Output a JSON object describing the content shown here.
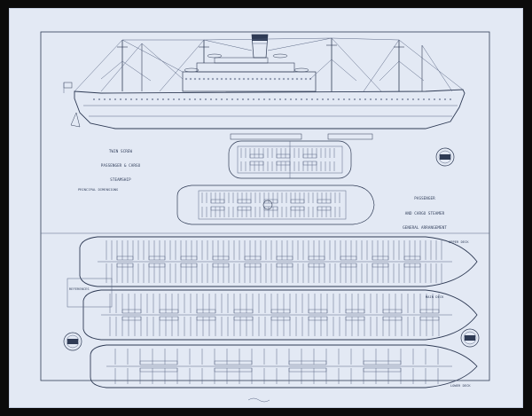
{
  "sheet": {
    "title_block_left": [
      "TWIN SCREW",
      "PASSENGER & CARGO",
      "STEAMSHIP",
      "",
      "",
      "",
      "",
      "",
      "PRINCIPAL DIMENSIONS",
      "",
      "",
      "",
      ""
    ],
    "title_block_right": [
      "",
      "",
      "PASSENGER",
      "AND CARGO STEAMER",
      "GENERAL ARRANGEMENT",
      "",
      "",
      "",
      "",
      "",
      "",
      "",
      ""
    ],
    "references_box": [
      "REFERENCES",
      "",
      "",
      "",
      ""
    ],
    "deck_labels": {
      "upper": "UPPER DECK",
      "main": "MAIN DECK",
      "lower": "LOWER DECK"
    },
    "hold_label": ""
  }
}
